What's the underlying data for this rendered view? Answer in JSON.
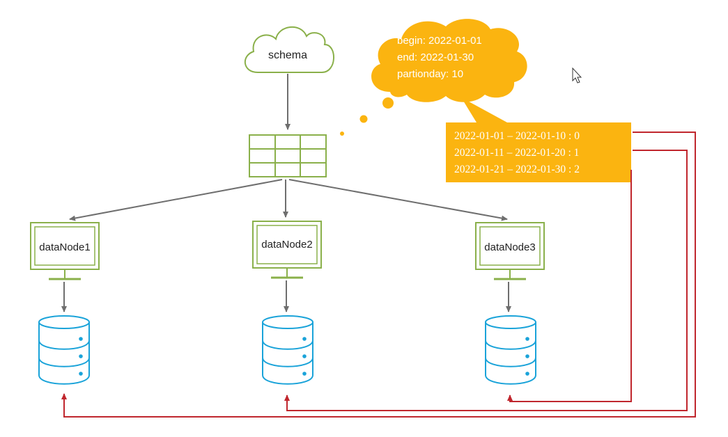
{
  "diagram": {
    "schema_label": "schema",
    "nodes": [
      {
        "label": "dataNode1"
      },
      {
        "label": "dataNode2"
      },
      {
        "label": "dataNode3"
      }
    ],
    "config_bubble": {
      "lines": [
        "begin: 2022-01-01",
        "end: 2022-01-30",
        "partionday: 10"
      ]
    },
    "partition_table": {
      "rows": [
        "2022-01-01 – 2022-01-10 : 0",
        "2022-01-11 – 2022-01-20 : 1",
        "2022-01-21 – 2022-01-30 : 2"
      ]
    },
    "colors": {
      "node_green": "#8ab04a",
      "arrow_gray": "#6e6e6e",
      "db_blue": "#1aa3d9",
      "accent_orange": "#fbb410",
      "link_red": "#c0262d"
    }
  }
}
